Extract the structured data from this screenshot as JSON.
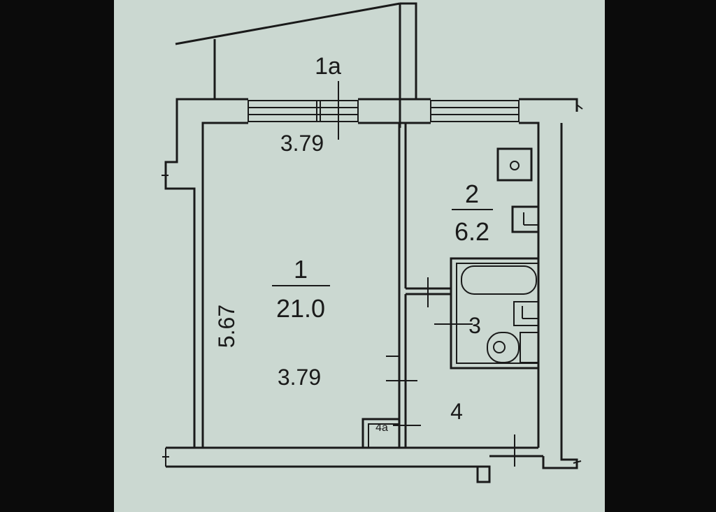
{
  "floor_plan": {
    "rooms": [
      {
        "number": "1a",
        "name_label": "1a"
      },
      {
        "number": "1",
        "area": "21.0"
      },
      {
        "number": "2",
        "area": "6.2"
      },
      {
        "number": "3"
      },
      {
        "number": "4"
      },
      {
        "number": "4a"
      }
    ],
    "dimensions": {
      "room1_width_top": "3.79",
      "room1_width_bottom": "3.79",
      "room1_length": "5.67"
    }
  }
}
